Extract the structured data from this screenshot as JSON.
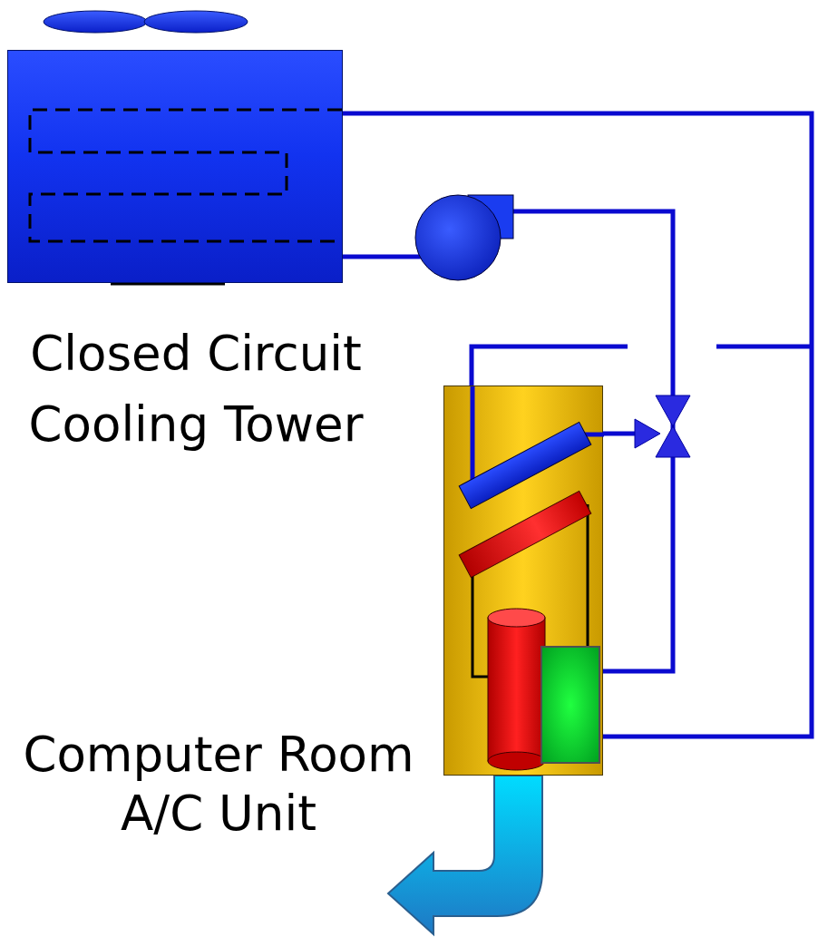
{
  "diagram": {
    "nodes": [
      {
        "text": [
          "Closed Circuit Cooling Tower"
        ]
      },
      {
        "text": [
          "Computer Room A/C Unit"
        ]
      }
    ],
    "edges": [
      {
        "from": 0,
        "to": 1,
        "arrow": "none"
      },
      {
        "from": 1,
        "to": 0,
        "arrow": "none"
      }
    ]
  }
}
